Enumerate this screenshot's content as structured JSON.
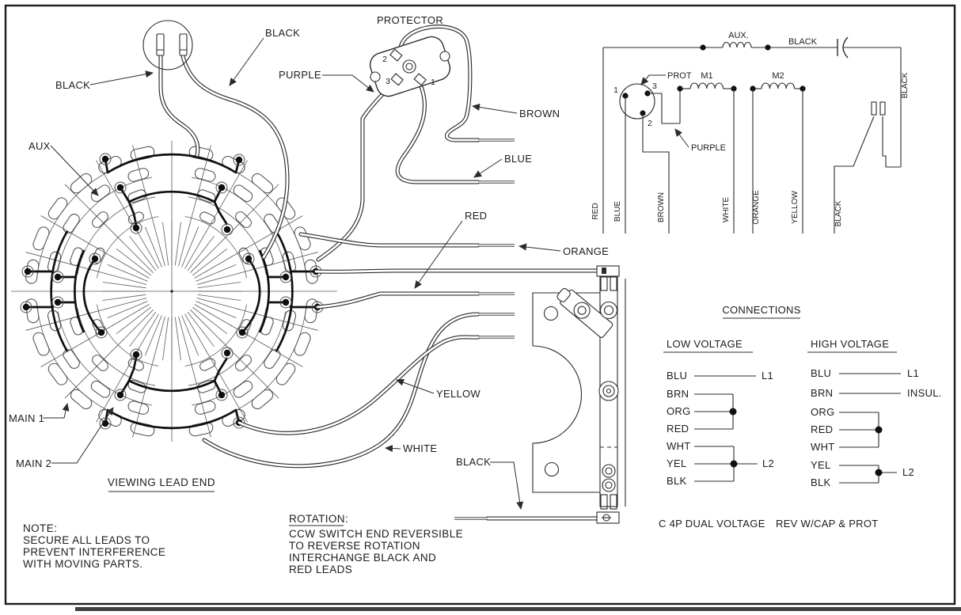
{
  "colors": {
    "line": "#2b2b2b",
    "heavy": "#0f0f0f",
    "background": "#ffffff"
  },
  "pictorial": {
    "labels": {
      "black_capacitor_left": "BLACK",
      "black_capacitor_right": "BLACK",
      "purple": "PURPLE",
      "protector": "PROTECTOR",
      "brown": "BROWN",
      "blue": "BLUE",
      "red": "RED",
      "orange": "ORANGE",
      "yellow": "YELLOW",
      "white": "WHITE",
      "black_switch_lead": "BLACK",
      "aux": "AUX",
      "main1": "MAIN 1",
      "main2": "MAIN 2"
    },
    "caption": "VIEWING LEAD END",
    "protector_terminals": {
      "t1": "1",
      "t2": "2",
      "t3": "3"
    },
    "note": {
      "title": "NOTE:",
      "line1": "SECURE ALL LEADS TO",
      "line2": "PREVENT INTERFERENCE",
      "line3": "WITH MOVING PARTS."
    },
    "rotation": {
      "title": "ROTATION:",
      "line1": "CCW SWITCH END REVERSIBLE",
      "line2": "TO REVERSE ROTATION",
      "line3": "INTERCHANGE BLACK AND",
      "line4": "RED LEADS"
    }
  },
  "schematic": {
    "aux": "AUX.",
    "black_top": "BLACK",
    "black_right": "BLACK",
    "black_switch": "BLACK",
    "prot": "PROT",
    "purple": "PURPLE",
    "m1": "M1",
    "m2": "M2",
    "t1": "1",
    "t2": "2",
    "t3": "3",
    "wires": {
      "red": "RED",
      "blue": "BLUE",
      "brown": "BROWN",
      "white": "WHITE",
      "orange": "ORANGE",
      "yellow": "YELLOW"
    }
  },
  "connections": {
    "title": "CONNECTIONS",
    "low": {
      "title": "LOW VOLTAGE",
      "r1": "BLU",
      "r1t": "L1",
      "r2": "BRN",
      "r3": "ORG",
      "r4": "RED",
      "r5": "WHT",
      "r6": "YEL",
      "r6t": "L2",
      "r7": "BLK"
    },
    "high": {
      "title": "HIGH VOLTAGE",
      "r1": "BLU",
      "r1t": "L1",
      "r2": "BRN",
      "r2t": "INSUL.",
      "r3": "ORG",
      "r4": "RED",
      "r5": "WHT",
      "r6": "YEL",
      "r6t": "L2",
      "r7": "BLK"
    },
    "footer_left": "C 4P DUAL VOLTAGE",
    "footer_right": "REV W/CAP & PROT"
  }
}
